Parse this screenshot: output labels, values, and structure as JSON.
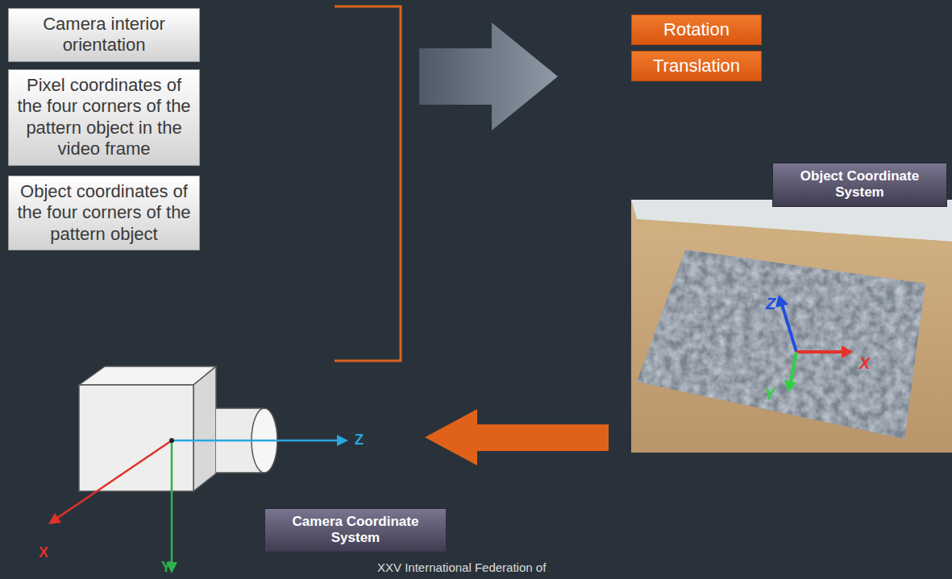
{
  "diagram": {
    "nodes": [
      {
        "text": [
          "Camera interior orientation"
        ]
      },
      {
        "text": [
          "Pixel coordinates of the four corners of the pattern object in the video frame"
        ]
      },
      {
        "text": [
          "Object coordinates of the four corners of the pattern object"
        ]
      },
      {
        "text": [
          "Rotation"
        ]
      },
      {
        "text": [
          "Translation"
        ]
      },
      {
        "text": [
          "Object Coordinate System"
        ]
      },
      {
        "text": [
          "Camera Coordinate System"
        ]
      }
    ],
    "labels": [
      "Z",
      "X",
      "Y",
      "Z",
      "X",
      "Y",
      "XXV International Federation of"
    ]
  }
}
